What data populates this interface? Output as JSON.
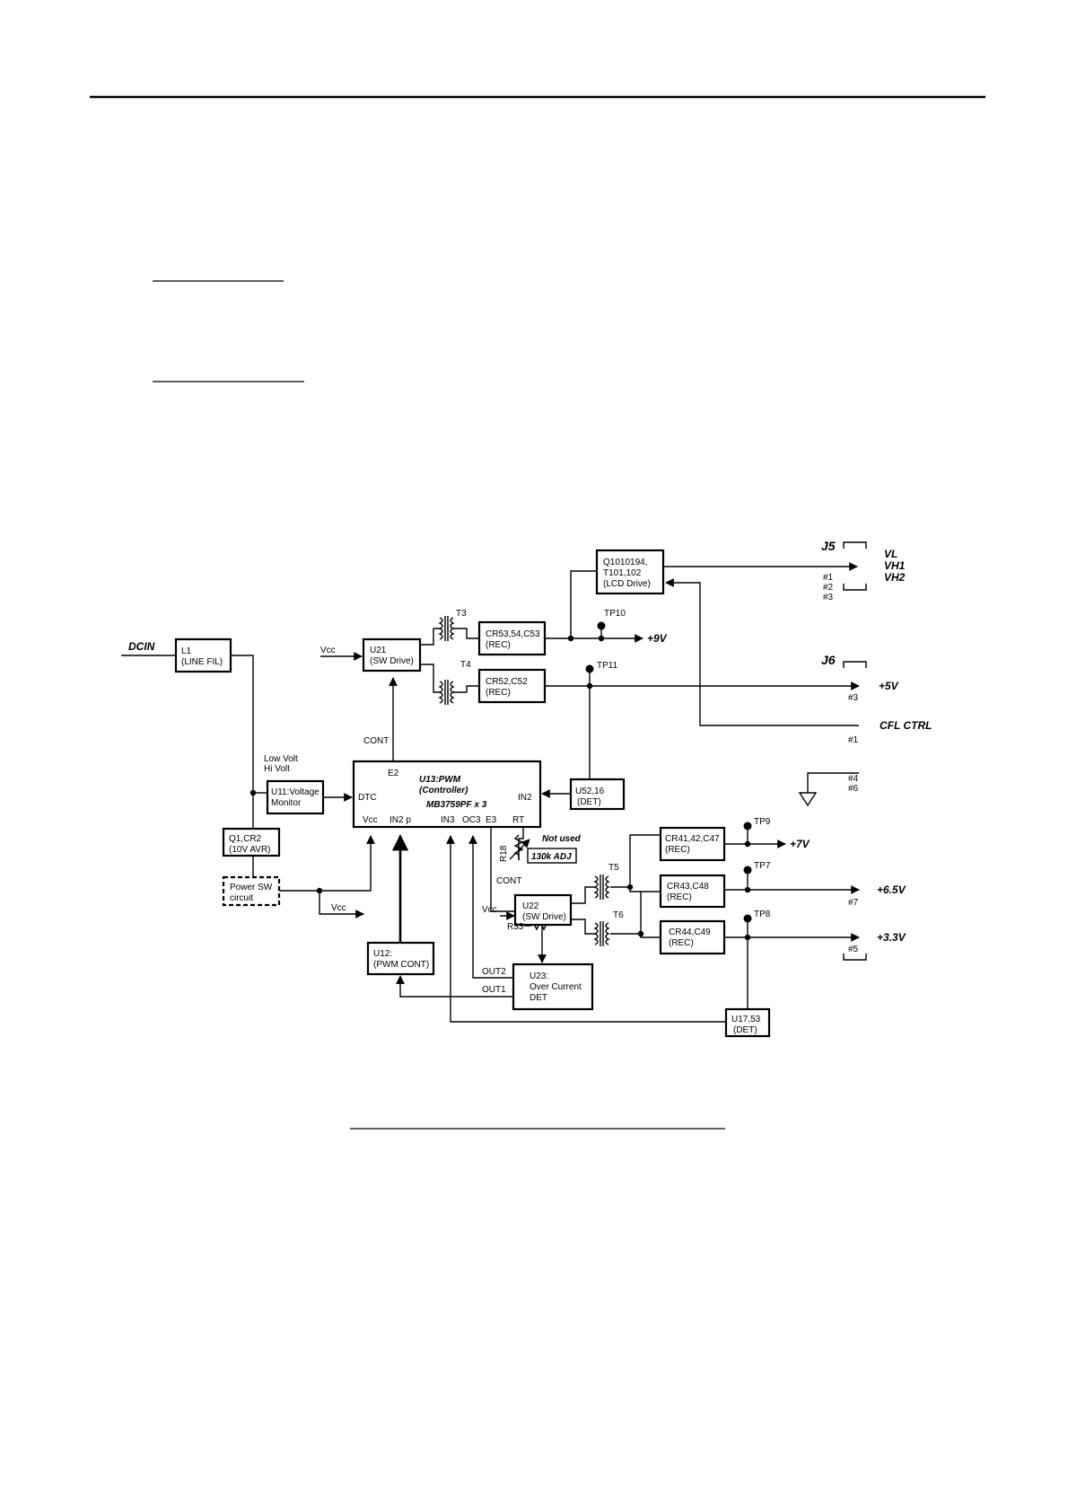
{
  "diagram": {
    "top_rule": "",
    "blocks": {
      "l1": [
        "L1",
        "(LINE FIL)"
      ],
      "u21": [
        "U21",
        "(SW Drive)"
      ],
      "cr53": [
        "CR53,54,C53",
        "(REC)"
      ],
      "cr52": [
        "CR52,C52",
        "(REC)"
      ],
      "q1010": [
        "Q1010194,",
        "T101,102",
        "(LCD Drive)"
      ],
      "u11": [
        "U11:Voltage",
        "Monitor"
      ],
      "u13": [
        "U13:PWM",
        "(Controller)",
        "MB3759PF x 3"
      ],
      "u5216": [
        "U52,16",
        "(DET)"
      ],
      "q1cr2": [
        "Q1,CR2",
        "(10V AVR)"
      ],
      "powersw": [
        "Power SW",
        "circuit"
      ],
      "u12": [
        "U12:",
        "(PWM CONT)"
      ],
      "u22": [
        "U22",
        "(SW Drive)"
      ],
      "u23": [
        "U23:",
        "Over Current",
        "DET"
      ],
      "cr41": [
        "CR41,42,C47",
        "(REC)"
      ],
      "cr43": [
        "CR43,C48",
        "(REC)"
      ],
      "cr44": [
        "CR44,C49",
        "(REC)"
      ],
      "u1753": [
        "U17,53",
        "(DET)"
      ]
    },
    "u13_pins": {
      "e2": "E2",
      "dtc": "DTC",
      "in2": "IN2",
      "vcc": "Vcc",
      "in2p": "IN2 p",
      "in3": "IN3",
      "oc3": "OC3",
      "e3": "E3",
      "rt": "RT"
    },
    "labels": {
      "dcin": "DCIN",
      "vcc_u21": "Vcc",
      "vcc_u22": "Vcc",
      "vcc_out": "Vcc",
      "t3": "T3",
      "t4": "T4",
      "t5": "T5",
      "t6": "T6",
      "tp10": "TP10",
      "tp11": "TP11",
      "tp9": "TP9",
      "tp7": "TP7",
      "tp8": "TP8",
      "cont1": "CONT",
      "cont2": "CONT",
      "low_volt": "Low Volt",
      "hi_volt": "Hi Volt",
      "r18": "R18",
      "not_used": "Not used",
      "adj": "130k ADJ",
      "r33": "R33",
      "out1": "OUT1",
      "out2": "OUT2",
      "cfl_ctrl": "CFL CTRL"
    },
    "outputs": {
      "v9": "+9V",
      "v5": "+5V",
      "v7": "+7V",
      "v65": "+6.5V",
      "v33": "+3.3V",
      "vl": "VL",
      "vh1": "VH1",
      "vh2": "VH2"
    },
    "connectors": {
      "j5": "J5",
      "j6": "J6",
      "j5_pins": [
        "#1",
        "#2",
        "#3"
      ],
      "j6_pin3": "#3",
      "cfl_pin": "#1",
      "gnd_pins": [
        "#4",
        "#6"
      ],
      "p7": "#7",
      "p5": "#5"
    }
  }
}
